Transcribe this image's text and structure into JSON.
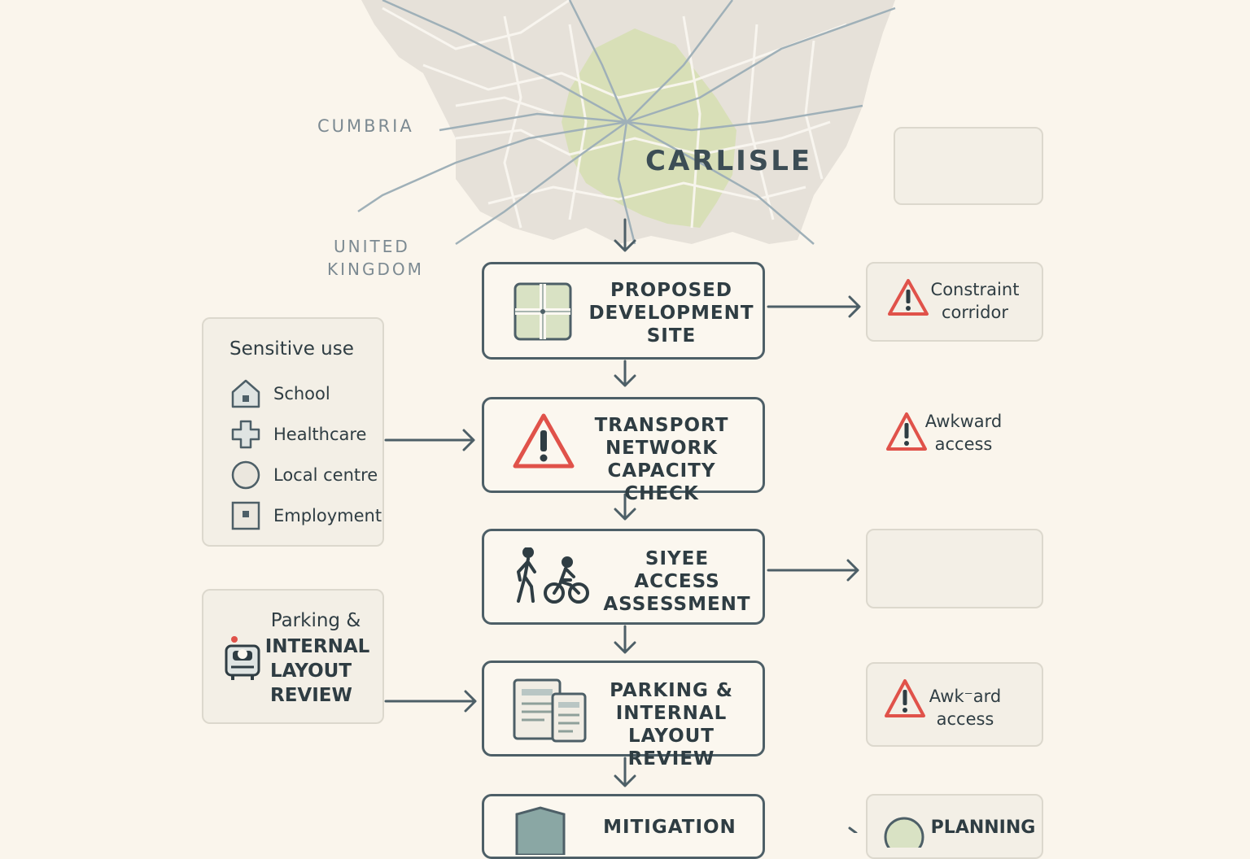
{
  "map": {
    "region_label": "CUMBRIA",
    "country_line1": "UNITED",
    "country_line2": "KINGDOM",
    "city_label": "CARLISLE"
  },
  "steps": [
    {
      "lines": [
        "PROPOSED",
        "DEVELOPMENT",
        "SITE"
      ],
      "icon": "site-grid-icon"
    },
    {
      "lines": [
        "TRANSPORT",
        "NETWORK",
        "CAPACITY CHECK"
      ],
      "icon": "warning-icon"
    },
    {
      "lines": [
        "SIYEE",
        "ACCESS",
        "ASSESSMENT"
      ],
      "icon": "pedestrian-cyclist-icon"
    },
    {
      "lines": [
        "PARKING &",
        "INTERNAL",
        "LAYOUT REVIEW"
      ],
      "icon": "documents-icon"
    },
    {
      "lines": [
        "MITIGATION"
      ],
      "icon": "shield-icon"
    }
  ],
  "side_notes": [
    {
      "line1": "Constraint",
      "line2": "corridor",
      "icon": "warning-icon"
    },
    {
      "line1": "Awkward",
      "line2": "access",
      "icon": "warning-icon"
    },
    {
      "line1": "Awk⁻ard",
      "line2": "access",
      "icon": "warning-icon"
    },
    {
      "line1": "PLANNING",
      "icon": "circle-icon"
    }
  ],
  "sensitive_use": {
    "title": "Sensitive use",
    "items": [
      {
        "label": "School",
        "icon": "house-icon"
      },
      {
        "label": "Healthcare",
        "icon": "cross-icon"
      },
      {
        "label": "Local centre",
        "icon": "circle-icon"
      },
      {
        "label": "Employment",
        "icon": "building-icon"
      }
    ]
  },
  "parking_panel": {
    "lines": [
      "Parking &",
      "INTERNAL",
      "LAYOUT",
      "REVIEW"
    ],
    "icon": "vehicle-icon"
  },
  "colors": {
    "background": "#faf5ec",
    "stroke": "#4d5f67",
    "warning": "#e0524a",
    "green": "#d6dfb3"
  }
}
